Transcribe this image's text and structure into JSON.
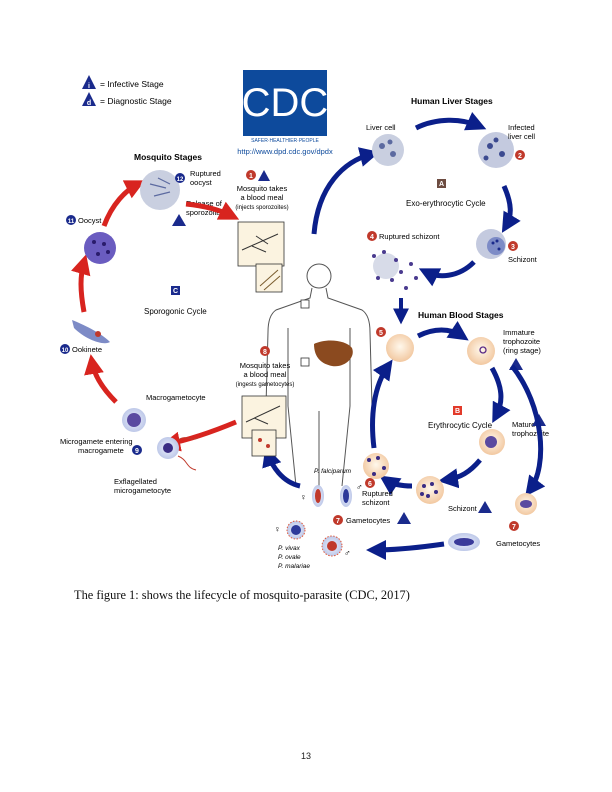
{
  "legend": {
    "infective_letter": "i",
    "infective_text": "= Infective Stage",
    "diagnostic_letter": "d",
    "diagnostic_text": "= Diagnostic Stage"
  },
  "cdc": {
    "logo": "CDC",
    "tagline": "SAFER·HEALTHIER·PEOPLE",
    "url": "http://www.dpd.cdc.gov/dpdx"
  },
  "sections": {
    "mosquito_stages": "Mosquito Stages",
    "human_liver_stages": "Human Liver Stages",
    "human_blood_stages": "Human Blood Stages"
  },
  "cycles": {
    "exo_letter": "A",
    "exo_label": "Exo-erythrocytic Cycle",
    "ery_letter": "B",
    "ery_label": "Erythrocytic Cycle",
    "spo_letter": "C",
    "spo_label": "Sporogonic Cycle"
  },
  "steps": {
    "s1_num": "1",
    "s1_l1": "Mosquito takes",
    "s1_l2": "a blood meal",
    "s1_l3": "(injects sporozoites)",
    "liver_cell": "Liver cell",
    "s2_num": "2",
    "s2_l1": "Infected",
    "s2_l2": "liver cell",
    "s3_num": "3",
    "s3_label": "Schizont",
    "s4_num": "4",
    "s4_label": "Ruptured schizont",
    "s5_num": "5",
    "s5_l1": "Immature",
    "s5_l2": "trophozoite",
    "s5_l3": "(ring stage)",
    "s6_l1": "Mature",
    "s6_l2": "trophozoite",
    "schizont_blood": "Schizont",
    "s6_num": "6",
    "ruptured_l1": "Ruptured",
    "ruptured_l2": "schizont",
    "s7_num": "7",
    "gametocytes_right": "Gametocytes",
    "gametocytes_mid": "Gametocytes",
    "p_falciparum": "P. falciparum",
    "p_vivax": "P. vivax",
    "p_ovale": "P. ovale",
    "p_malariae": "P. malariae",
    "female": "♀",
    "male": "♂",
    "s8_num": "8",
    "s8_l1": "Mosquito takes",
    "s8_l2": "a blood meal",
    "s8_l3": "(ingests gametocytes)",
    "s9_num": "9",
    "macrogametocyte": "Macrogametocyte",
    "microgamete_l1": "Microgamete entering",
    "microgamete_l2": "macrogamete",
    "exflag_l1": "Exflagellated",
    "exflag_l2": "microgametocyte",
    "s10_num": "10",
    "ookinete": "Ookinete",
    "s11_num": "11",
    "oocyst": "Oocyst",
    "s12_num": "12",
    "ruptured_oocyst_l1": "Ruptured",
    "ruptured_oocyst_l2": "oocyst",
    "release_l1": "Release of",
    "release_l2": "sporozoites"
  },
  "colors": {
    "blue_arrow": "#0b1f8a",
    "red_arrow": "#d8241f",
    "badge_blue": "#1a2a8c",
    "number_red": "#c0392b",
    "cdc_blue": "#0d4a9c"
  },
  "caption": "The figure 1: shows the lifecycle of mosquito-parasite (CDC, 2017)",
  "page_number": "13"
}
